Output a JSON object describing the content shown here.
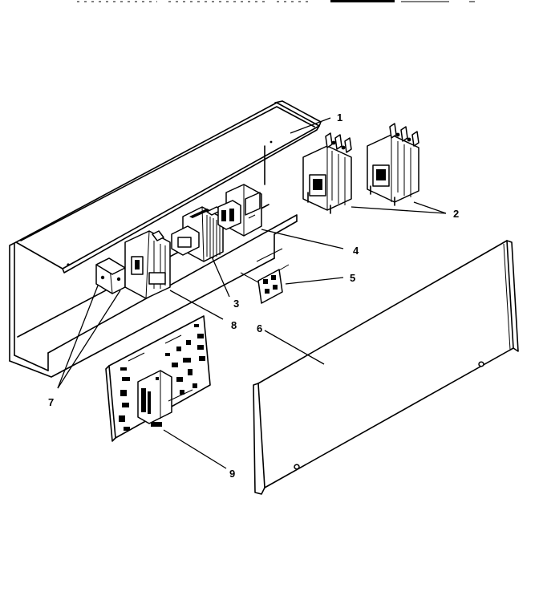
{
  "header_text": "",
  "callouts": {
    "c1": "1",
    "c2": "2",
    "c3": "3",
    "c4": "4",
    "c5": "5",
    "c6": "6",
    "c7": "7",
    "c8": "8",
    "c9": "9"
  },
  "colors": {
    "line": "#000000",
    "background": "#ffffff"
  }
}
